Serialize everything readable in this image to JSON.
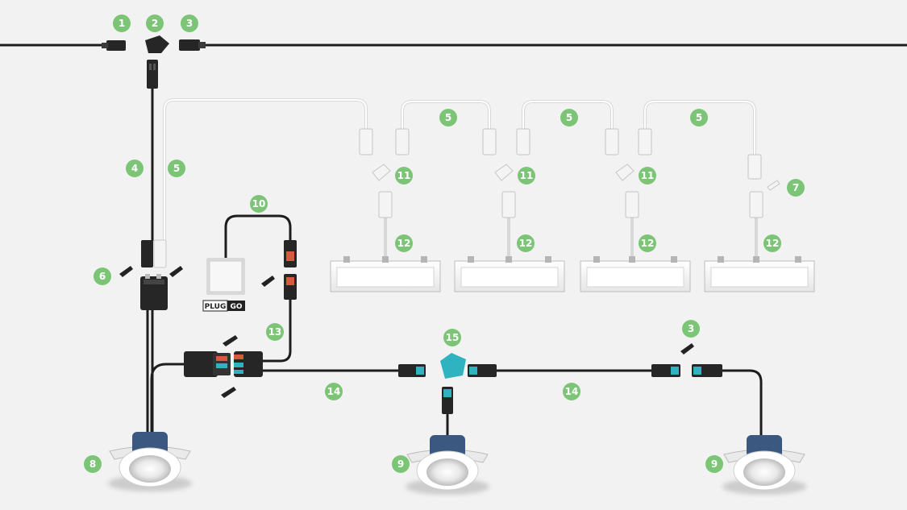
{
  "colors": {
    "background": "#f2f2f2",
    "badge": "#7cc576",
    "cable_black": "#1d1d1d",
    "cable_white": "#ffffff",
    "connector_black": "#262626",
    "connector_white": "#f4f4f4",
    "connector_red": "#d85a3e",
    "connector_teal": "#2fb3c0",
    "downlight_blue": "#3b5880"
  },
  "logo": {
    "left": "PLUG",
    "right": "GO"
  },
  "icons": [
    "connector-icon",
    "tee-connector-icon",
    "downlight-icon",
    "panel-light-icon",
    "wall-switch-icon",
    "cover-cap-icon"
  ],
  "badges": [
    {
      "id": "b1",
      "label": "1"
    },
    {
      "id": "b2",
      "label": "2"
    },
    {
      "id": "b3a",
      "label": "3"
    },
    {
      "id": "b4",
      "label": "4"
    },
    {
      "id": "b5a",
      "label": "5"
    },
    {
      "id": "b5b",
      "label": "5"
    },
    {
      "id": "b5c",
      "label": "5"
    },
    {
      "id": "b5d",
      "label": "5"
    },
    {
      "id": "b6",
      "label": "6"
    },
    {
      "id": "b7",
      "label": "7"
    },
    {
      "id": "b8",
      "label": "8"
    },
    {
      "id": "b9a",
      "label": "9"
    },
    {
      "id": "b9b",
      "label": "9"
    },
    {
      "id": "b10",
      "label": "10"
    },
    {
      "id": "b11a",
      "label": "11"
    },
    {
      "id": "b11b",
      "label": "11"
    },
    {
      "id": "b11c",
      "label": "11"
    },
    {
      "id": "b12a",
      "label": "12"
    },
    {
      "id": "b12b",
      "label": "12"
    },
    {
      "id": "b12c",
      "label": "12"
    },
    {
      "id": "b12d",
      "label": "12"
    },
    {
      "id": "b13",
      "label": "13"
    },
    {
      "id": "b14a",
      "label": "14"
    },
    {
      "id": "b14b",
      "label": "14"
    },
    {
      "id": "b3b",
      "label": "3"
    },
    {
      "id": "b15",
      "label": "15"
    }
  ]
}
